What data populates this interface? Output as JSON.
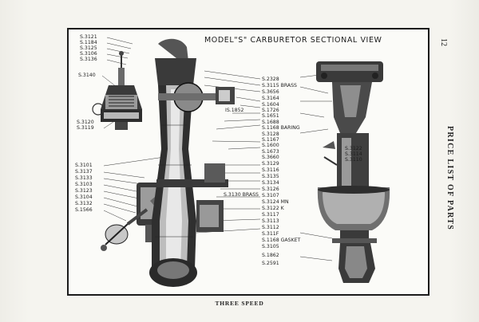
{
  "page": {
    "number": "12",
    "side_title": "PRICE LIST OF PARTS",
    "caption": "THREE SPEED"
  },
  "figure": {
    "title": "MODEL\"S\" CARBURETOR SECTIONAL VIEW",
    "left_labels": [
      "S.3121",
      "S.1184",
      "S.3125",
      "S.3106",
      "S.3136",
      "S.3140",
      "S.3120",
      "S.3119",
      "S.3101",
      "S.3137",
      "S.3133",
      "S.3103",
      "S.3123",
      "S.3104",
      "S.3132",
      "S.1566"
    ],
    "center_labels": [
      "S.2328",
      "S.3115 BRASS",
      "S.3656",
      "S.3164",
      "S.1604",
      "S.1726",
      "S.1651",
      "S.1688",
      "S.1168 BARING",
      "S.3128",
      "S.1167",
      "S.1600",
      "S.1673",
      "S.3660",
      "S.3129",
      "S.3116",
      "S.3135",
      "S.3134",
      "S.3126",
      "S.3107",
      "S.3124 MN",
      "S.3122 K",
      "S.3117",
      "S.3113",
      "S.3112",
      "S.311F",
      "S.1168 GASKET",
      "S.3105",
      "S.1862",
      "S.2591"
    ],
    "inner_labels": [
      "IS.1852",
      "S.3130 BRASS"
    ],
    "right_labels": [
      "S.3122",
      "S.3114",
      "S.3110"
    ]
  }
}
